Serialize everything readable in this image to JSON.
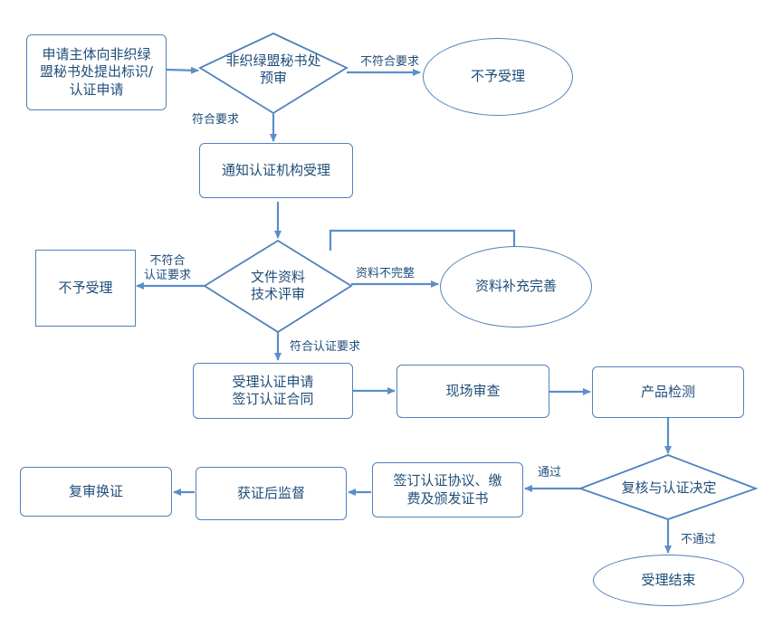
{
  "nodes": {
    "apply": "申请主体向非织绿\n盟秘书处提出标识/\n认证申请",
    "prereview": "非织绿盟秘书处\n预审",
    "reject1": "不予受理",
    "notify": "通知认证机构受理",
    "docreview": "文件资料\n技术评审",
    "reject2": "不予受理",
    "supplement": "资料补充完善",
    "accept": "受理认证申请\n签订认证合同",
    "onsite": "现场审查",
    "testing": "产品检测",
    "decision": "复核与认证决定",
    "sign": "签订认证协议、缴\n费及颁发证书",
    "supervise": "获证后监督",
    "renew": "复审换证",
    "end": "受理结束"
  },
  "edge_labels": {
    "not_meet_1": "不符合要求",
    "meet_1": "符合要求",
    "not_meet_2": "不符合\n认证要求",
    "incomplete": "资料不完整",
    "meet_2": "符合认证要求",
    "pass": "通过",
    "fail": "不通过"
  },
  "colors": {
    "line": "#5b8ec9",
    "border": "#4f81bd",
    "text": "#1f4e79"
  }
}
